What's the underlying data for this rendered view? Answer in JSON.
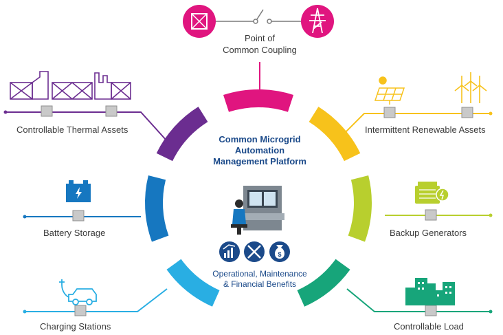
{
  "pcc": {
    "line1": "Point of",
    "line2": "Common Coupling"
  },
  "platform": {
    "line1": "Common Microgrid",
    "line2": "Automation",
    "line3": "Management Platform"
  },
  "benefits": {
    "line1": "Operational, Maintenance",
    "line2": "& Financial Benefits"
  },
  "assets": {
    "thermal": "Controllable Thermal Assets",
    "battery": "Battery Storage",
    "charging": "Charging Stations",
    "renewable": "Intermittent Renewable Assets",
    "backup": "Backup Generators",
    "load": "Controllable Load"
  },
  "colors": {
    "magenta": "#e0157f",
    "purple": "#6b2d90",
    "blue": "#1677c0",
    "lightblue": "#29aee3",
    "yellow": "#f7c21b",
    "lime": "#b8cf2e",
    "green": "#17a57a",
    "navy": "#1b4a8a"
  }
}
